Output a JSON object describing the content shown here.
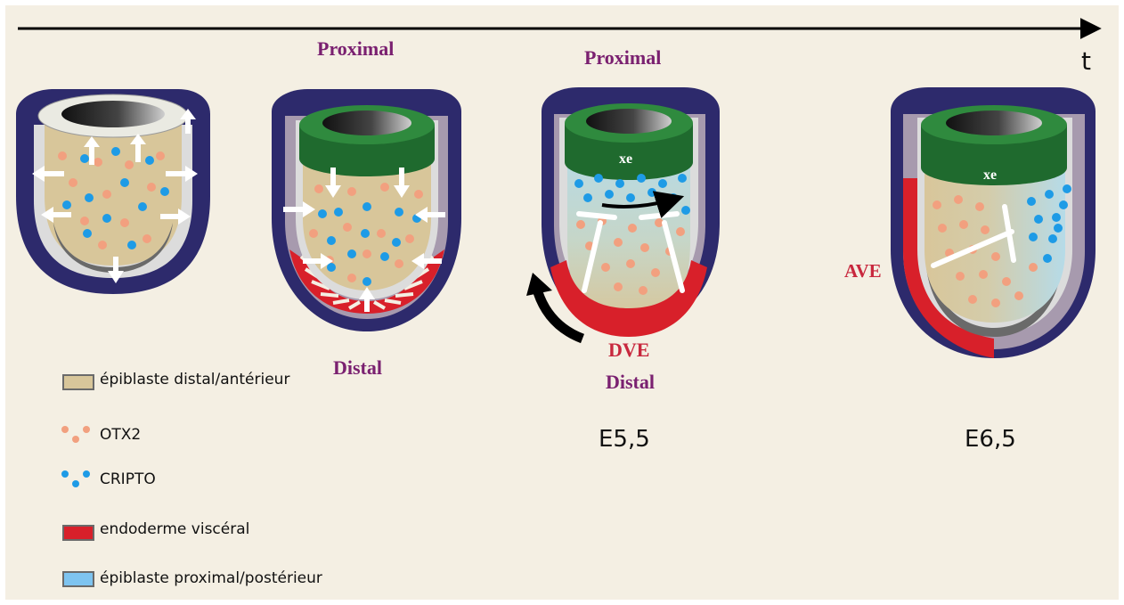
{
  "colors": {
    "background": "#f4efe3",
    "outer_shell": "#2d2a6c",
    "inner_shell": "#a79aae",
    "shell_gap": "#dcdcdc",
    "epiblast_distal": "#d8c69a",
    "epiblast_proximal": "#b6dbe8",
    "extraembryonic": "#1f6a2e",
    "visceral_endoderm": "#d8202a",
    "otx2": "#f2a07f",
    "cripto": "#1e9be6",
    "label_purple": "#7a2070",
    "label_red": "#c8283e"
  },
  "axis": {
    "time_label": "t"
  },
  "embryos": {
    "e2": {
      "top_label": "Proximal",
      "bottom_label": "Distal"
    },
    "e3": {
      "top_label": "Proximal",
      "xe_label": "xe",
      "dve_label": "DVE",
      "bottom_label": "Distal",
      "stage_label": "E5,5"
    },
    "e4": {
      "xe_label": "xe",
      "ave_label": "AVE",
      "stage_label": "E6,5"
    }
  },
  "legend": [
    {
      "key": "distal",
      "label": "épiblaste distal/antérieur",
      "icon": "swatch-tan"
    },
    {
      "key": "otx2",
      "label": "OTX2",
      "icon": "dots-salmon"
    },
    {
      "key": "cripto",
      "label": "CRIPTO",
      "icon": "dots-blue"
    },
    {
      "key": "ve",
      "label": "endoderme viscéral",
      "icon": "swatch-red"
    },
    {
      "key": "proximal",
      "label": "épiblaste proximal/postérieur",
      "icon": "swatch-lightblue"
    }
  ]
}
